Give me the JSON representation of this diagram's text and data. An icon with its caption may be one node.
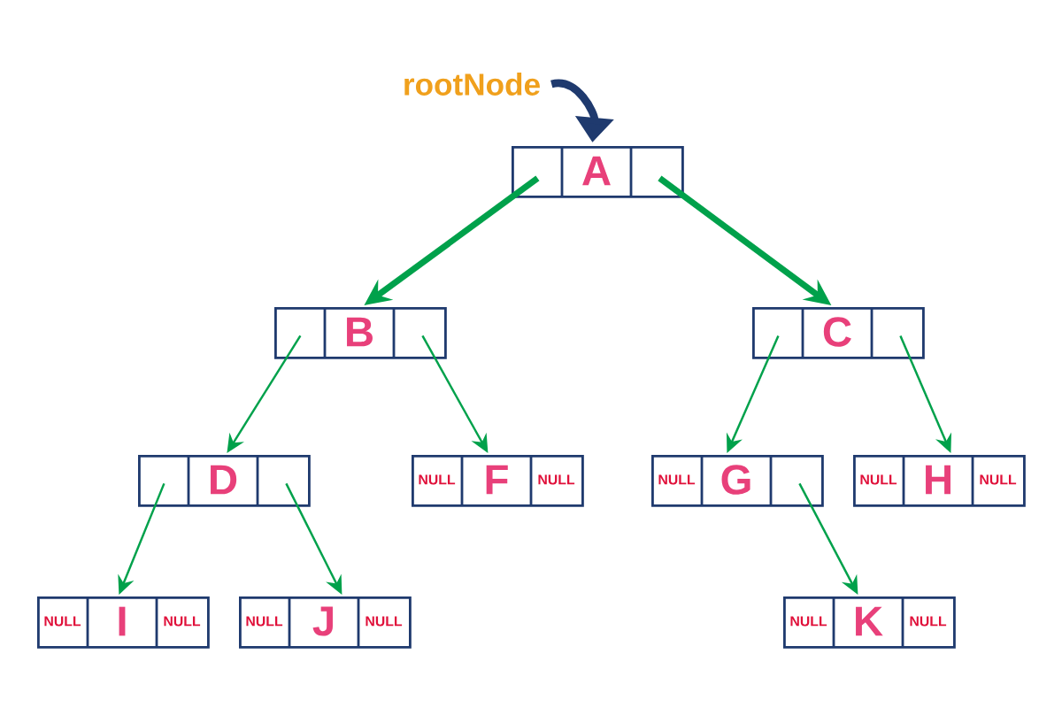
{
  "diagram": {
    "nodes": [
      {
        "text": [
          "rootNode"
        ]
      },
      {
        "text": [
          "A"
        ]
      },
      {
        "text": [
          "B"
        ]
      },
      {
        "text": [
          "C"
        ]
      },
      {
        "text": [
          "D"
        ]
      },
      {
        "text": [
          "NULL",
          "F",
          "NULL"
        ]
      },
      {
        "text": [
          "NULL",
          "G"
        ]
      },
      {
        "text": [
          "NULL",
          "H",
          "NULL"
        ]
      },
      {
        "text": [
          "NULL",
          "I",
          "NULL"
        ]
      },
      {
        "text": [
          "NULL",
          "J",
          "NULL"
        ]
      },
      {
        "text": [
          "NULL",
          "K",
          "NULL"
        ]
      }
    ],
    "edges": [
      {
        "from": 0,
        "to": 1,
        "arrow": "to",
        "style": "thick",
        "color": "#1f3a6e"
      },
      {
        "from": 1,
        "to": 2,
        "arrow": "to",
        "style": "thick"
      },
      {
        "from": 1,
        "to": 3,
        "arrow": "to",
        "style": "thick"
      },
      {
        "from": 2,
        "to": 4,
        "arrow": "to"
      },
      {
        "from": 2,
        "to": 5,
        "arrow": "to"
      },
      {
        "from": 3,
        "to": 6,
        "arrow": "to"
      },
      {
        "from": 3,
        "to": 7,
        "arrow": "to"
      },
      {
        "from": 4,
        "to": 8,
        "arrow": "to"
      },
      {
        "from": 4,
        "to": 9,
        "arrow": "to"
      },
      {
        "from": 6,
        "to": 10,
        "arrow": "to"
      }
    ]
  }
}
